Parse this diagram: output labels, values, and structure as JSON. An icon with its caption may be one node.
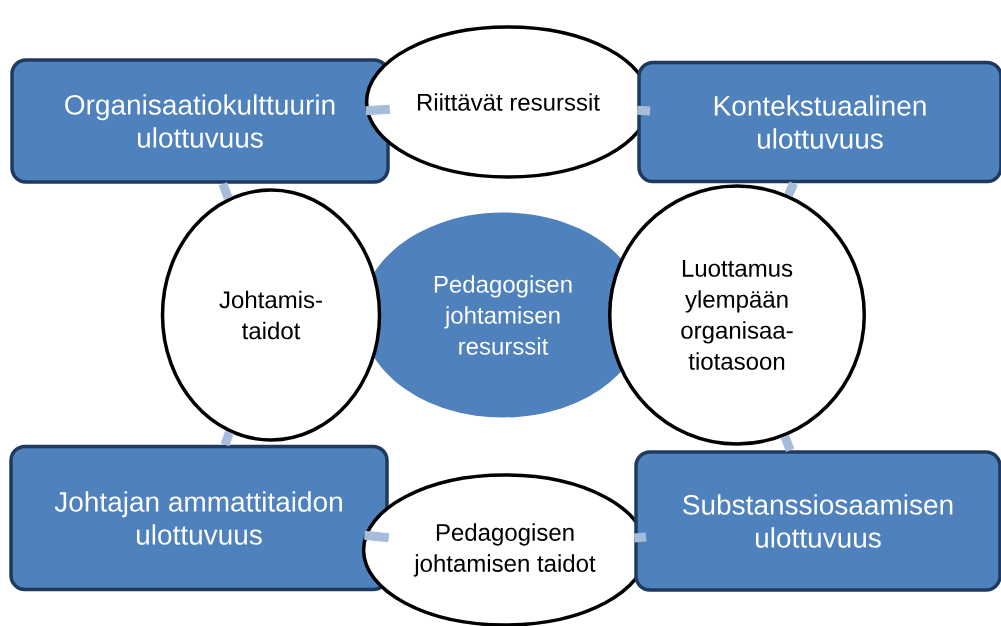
{
  "diagram": {
    "nodes": [
      {
        "text": [
          "Organisaatiokulttuurin ulottuvuus"
        ]
      },
      {
        "text": [
          "Riittävät resurssit"
        ]
      },
      {
        "text": [
          "Kontekstuaalinen ulottuvuus"
        ]
      },
      {
        "text": [
          "Johtamis- taidot"
        ]
      },
      {
        "text": [
          "Pedagogisen johtamisen resurssit"
        ]
      },
      {
        "text": [
          "Luottamus ylempään organisaa- tiotasoon"
        ]
      },
      {
        "text": [
          "Johtajan ammattitaidon ulottuvuus"
        ]
      },
      {
        "text": [
          "Pedagogisen johtamisen taidot"
        ]
      },
      {
        "text": [
          "Substanssiosaamisen ulottuvuus"
        ]
      }
    ],
    "edges": [
      {
        "from": 0,
        "to": 1,
        "arrow": "none"
      },
      {
        "from": 1,
        "to": 2,
        "arrow": "none"
      },
      {
        "from": 2,
        "to": 5,
        "arrow": "none"
      },
      {
        "from": 5,
        "to": 8,
        "arrow": "none"
      },
      {
        "from": 8,
        "to": 7,
        "arrow": "none"
      },
      {
        "from": 7,
        "to": 6,
        "arrow": "none"
      },
      {
        "from": 6,
        "to": 3,
        "arrow": "none"
      },
      {
        "from": 3,
        "to": 0,
        "arrow": "none"
      }
    ]
  }
}
